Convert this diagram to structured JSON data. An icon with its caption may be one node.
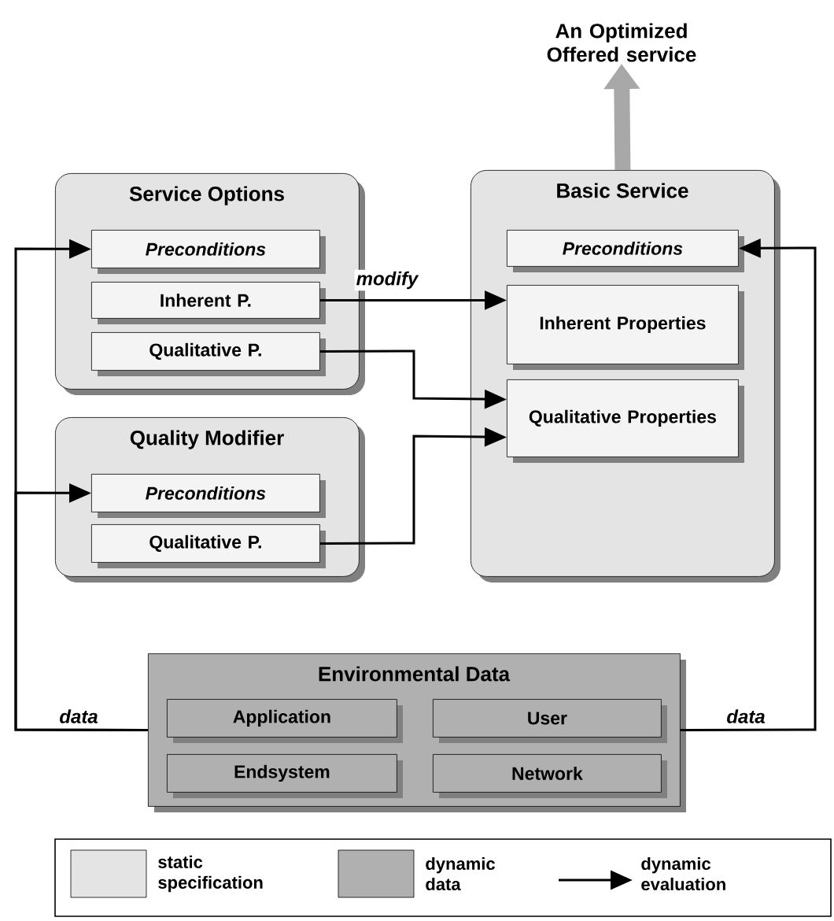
{
  "diagram": {
    "nodes": [
      {
        "text": [
          "Service Options"
        ]
      },
      {
        "text": [
          "Preconditions"
        ],
        "in": 0
      },
      {
        "text": [
          "Inherent P."
        ],
        "in": 0
      },
      {
        "text": [
          "Qualitative P."
        ],
        "in": 0
      },
      {
        "text": [
          "Quality Modifier"
        ]
      },
      {
        "text": [
          "Preconditions"
        ],
        "in": 4
      },
      {
        "text": [
          "Qualitative P."
        ],
        "in": 4
      },
      {
        "text": [
          "Basic Service"
        ]
      },
      {
        "text": [
          "Preconditions"
        ],
        "in": 7
      },
      {
        "text": [
          "Inherent Properties"
        ],
        "in": 7
      },
      {
        "text": [
          "Qualitative Properties"
        ],
        "in": 7
      },
      {
        "text": [
          "Environmental Data"
        ]
      },
      {
        "text": [
          "Application"
        ],
        "in": 11
      },
      {
        "text": [
          "User"
        ],
        "in": 11
      },
      {
        "text": [
          "Endsystem"
        ],
        "in": 11
      },
      {
        "text": [
          "Network"
        ],
        "in": 11
      },
      {
        "text": [
          "An Optimized Offered service"
        ]
      }
    ],
    "edges": [
      {
        "from": 2,
        "to": 9,
        "arrow": "to",
        "label": "modify"
      },
      {
        "from": 3,
        "to": 10,
        "arrow": "to"
      },
      {
        "from": 6,
        "to": 10,
        "arrow": "to"
      },
      {
        "from": 11,
        "to": 1,
        "arrow": "to",
        "label": "data"
      },
      {
        "from": 11,
        "to": 5,
        "arrow": "to"
      },
      {
        "from": 11,
        "to": 8,
        "arrow": "to",
        "label": "data"
      },
      {
        "from": 7,
        "to": 16,
        "arrow": "to",
        "style": "thick",
        "color": "#a8a8a8"
      }
    ],
    "legend": [
      {
        "text": "static specification",
        "color": "#e4e4e4"
      },
      {
        "text": "dynamic data",
        "color": "#b0b0b0"
      },
      {
        "text": "dynamic evaluation"
      }
    ]
  }
}
